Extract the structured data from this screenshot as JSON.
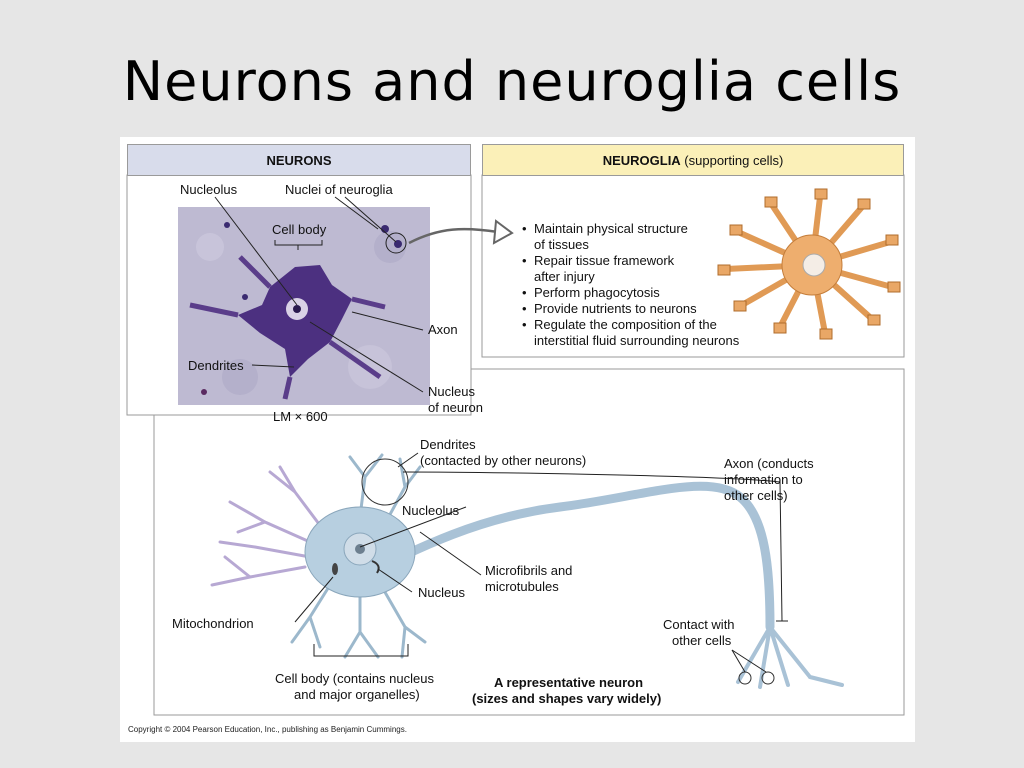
{
  "slide": {
    "title": "Neurons and neuroglia cells"
  },
  "neurons_panel": {
    "header": "NEURONS",
    "labels": {
      "nucleolus": "Nucleolus",
      "nuclei_neuroglia": "Nuclei of neuroglia",
      "cell_body": "Cell body",
      "axon": "Axon",
      "dendrites": "Dendrites",
      "nucleus_line1": "Nucleus",
      "nucleus_line2": "of neuron",
      "magnification": "LM × 600"
    }
  },
  "neuroglia_panel": {
    "header_bold": "NEUROGLIA",
    "header_rest": " (supporting cells)",
    "bullets": [
      [
        "Maintain physical structure",
        "of tissues"
      ],
      [
        "Repair tissue framework",
        "after injury"
      ],
      [
        "Perform phagocytosis"
      ],
      [
        "Provide nutrients to neurons"
      ],
      [
        "Regulate the composition of the",
        "interstitial fluid surrounding neurons"
      ]
    ]
  },
  "diagram": {
    "dendrites_1": "Dendrites",
    "dendrites_2": "(contacted by other neurons)",
    "axon_1": "Axon (conducts",
    "axon_2": "information to",
    "axon_3": "other cells)",
    "nucleolus": "Nucleolus",
    "microfibrils_1": "Microfibrils and",
    "microfibrils_2": "microtubules",
    "nucleus": "Nucleus",
    "mitochondrion": "Mitochondrion",
    "contact_1": "Contact with",
    "contact_2": "other cells",
    "cellbody_1": "Cell body (contains nucleus",
    "cellbody_2": "and major organelles)",
    "caption_1": "A representative neuron",
    "caption_2": "(sizes and shapes vary widely)"
  },
  "copyright": "Copyright © 2004 Pearson Education, Inc., publishing as Benjamin Cummings.",
  "colors": {
    "neurons_header_bg": "#d8dceb",
    "neuroglia_header_bg": "#fbf0b8",
    "stain_bg": "#b5b3cc",
    "stain_cell": "#4b2f7e",
    "glia_orange": "#e8a25c",
    "neuron_blue": "#b3cbdc"
  }
}
